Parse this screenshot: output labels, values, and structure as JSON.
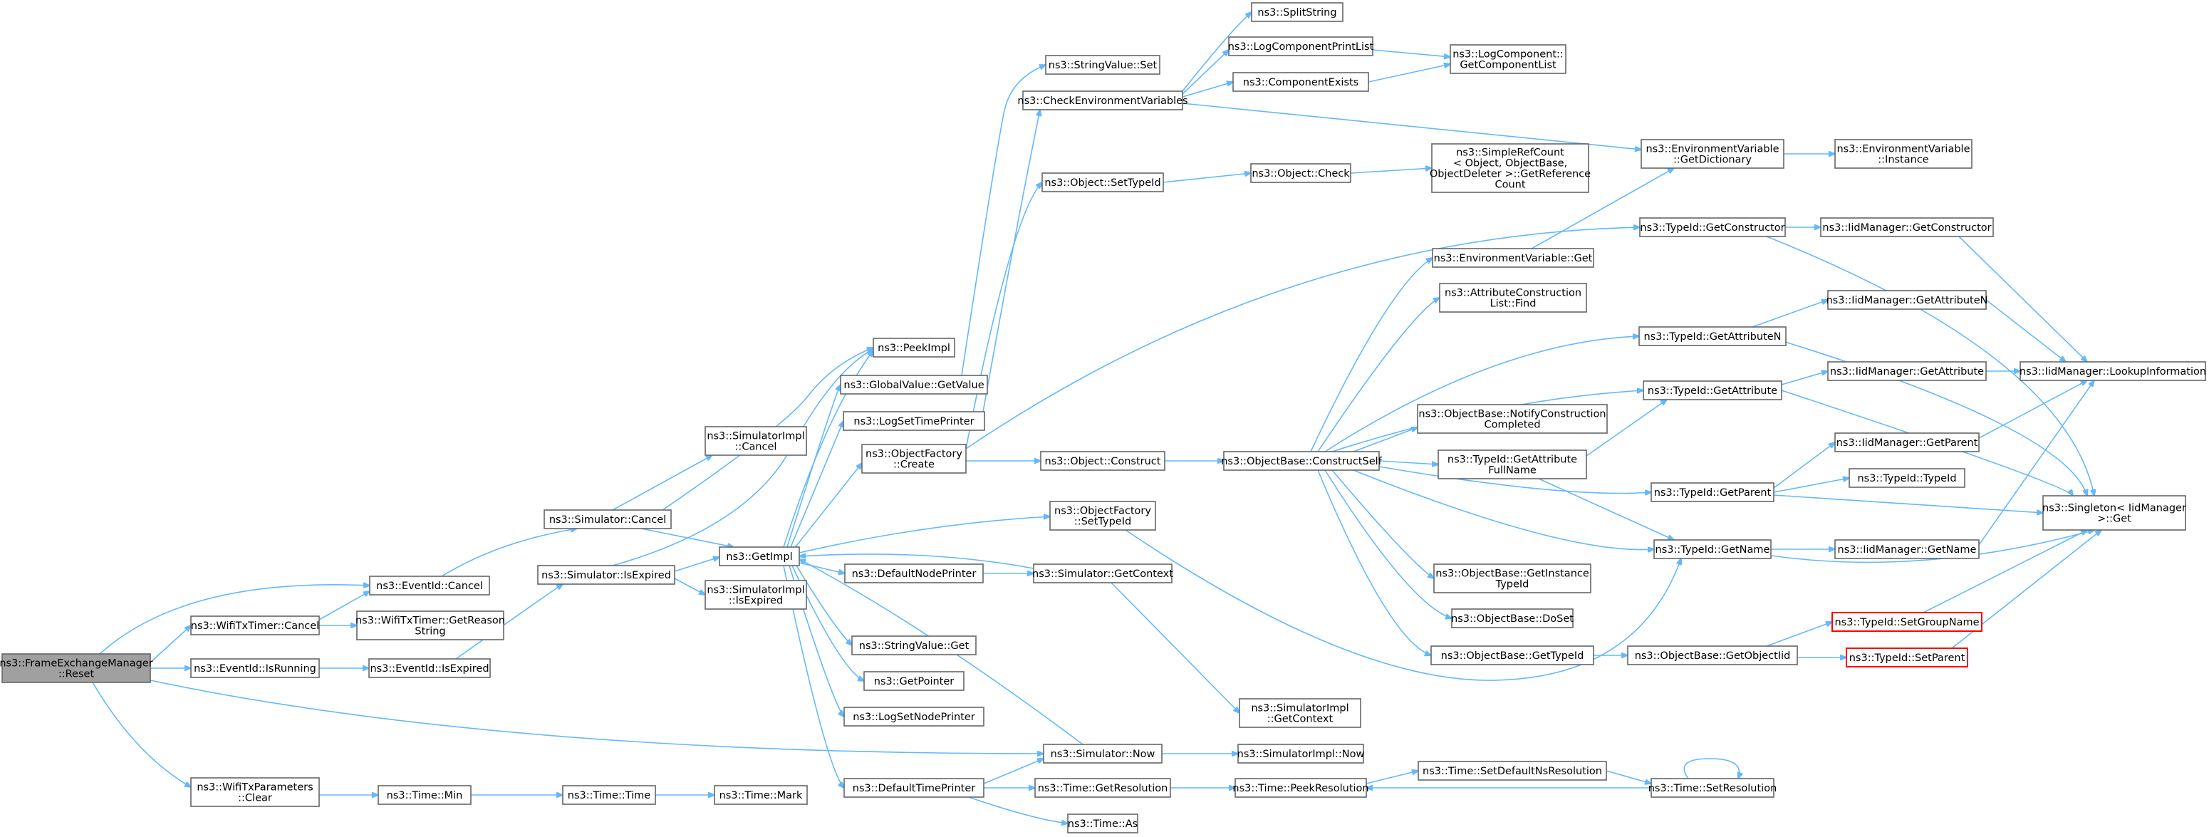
{
  "colors": {
    "edge": "#63b8ff",
    "node_border": "#666666",
    "root_fill": "#a0a0a0",
    "highlight_border": "#ff0000"
  },
  "nodes": {
    "root": [
      "ns3::FrameExchangeManager",
      "::Reset"
    ],
    "eventid_cancel": [
      "ns3::EventId::Cancel"
    ],
    "wifitxtimer_cancel": [
      "ns3::WifiTxTimer::Cancel"
    ],
    "wifitxtimer_getreason": [
      "ns3::WifiTxTimer::GetReason",
      "String"
    ],
    "eventid_isrunning": [
      "ns3::EventId::IsRunning"
    ],
    "eventid_isexpired": [
      "ns3::EventId::IsExpired"
    ],
    "wifitxparams_clear": [
      "ns3::WifiTxParameters",
      "::Clear"
    ],
    "time_min": [
      "ns3::Time::Min"
    ],
    "time_time": [
      "ns3::Time::Time"
    ],
    "time_mark": [
      "ns3::Time::Mark"
    ],
    "sim_cancel": [
      "ns3::Simulator::Cancel"
    ],
    "sim_isexpired": [
      "ns3::Simulator::IsExpired"
    ],
    "simimpl_cancel": [
      "ns3::SimulatorImpl",
      "::Cancel"
    ],
    "simimpl_isexpired": [
      "ns3::SimulatorImpl",
      "::IsExpired"
    ],
    "getimpl": [
      "ns3::GetImpl"
    ],
    "peekimpl": [
      "ns3::PeekImpl"
    ],
    "globalvalue_getvalue": [
      "ns3::GlobalValue::GetValue"
    ],
    "logsettimeprinter": [
      "ns3::LogSetTimePrinter"
    ],
    "objectfactory_create": [
      "ns3::ObjectFactory",
      "::Create"
    ],
    "defaultnodeprinter": [
      "ns3::DefaultNodePrinter"
    ],
    "stringvalue_get": [
      "ns3::StringValue::Get"
    ],
    "getpointer": [
      "ns3::GetPointer"
    ],
    "logsetnodeprinter": [
      "ns3::LogSetNodePrinter"
    ],
    "defaulttimeprinter": [
      "ns3::DefaultTimePrinter"
    ],
    "stringvalue_set": [
      "ns3::StringValue::Set"
    ],
    "checkenvvars": [
      "ns3::CheckEnvironmentVariables"
    ],
    "object_settypeid": [
      "ns3::Object::SetTypeId"
    ],
    "object_construct": [
      "ns3::Object::Construct"
    ],
    "objectfactory_settypeid": [
      "ns3::ObjectFactory",
      "::SetTypeId"
    ],
    "sim_getcontext": [
      "ns3::Simulator::GetContext"
    ],
    "sim_now": [
      "ns3::Simulator::Now"
    ],
    "time_getresolution": [
      "ns3::Time::GetResolution"
    ],
    "time_as": [
      "ns3::Time::As"
    ],
    "splitstring": [
      "ns3::SplitString"
    ],
    "logcomponentprintlist": [
      "ns3::LogComponentPrintList"
    ],
    "componentexists": [
      "ns3::ComponentExists"
    ],
    "logcomponent_getlist": [
      "ns3::LogComponent::",
      "GetComponentList"
    ],
    "object_check": [
      "ns3::Object::Check"
    ],
    "simplerefcount": [
      "ns3::SimpleRefCount",
      "< Object, ObjectBase,",
      "ObjectDeleter >::GetReference",
      "Count"
    ],
    "objectbase_constructself": [
      "ns3::ObjectBase::ConstructSelf"
    ],
    "simimpl_getcontext": [
      "ns3::SimulatorImpl",
      "::GetContext"
    ],
    "simimpl_now": [
      "ns3::SimulatorImpl::Now"
    ],
    "time_peekresolution": [
      "ns3::Time::PeekResolution"
    ],
    "envvar_getdictionary": [
      "ns3::EnvironmentVariable",
      "::GetDictionary"
    ],
    "envvar_instance": [
      "ns3::EnvironmentVariable",
      "::Instance"
    ],
    "envvar_get": [
      "ns3::EnvironmentVariable::Get"
    ],
    "attrconstructionlist_find": [
      "ns3::AttributeConstruction",
      "List::Find"
    ],
    "objectbase_notify": [
      "ns3::ObjectBase::NotifyConstruction",
      "Completed"
    ],
    "typeid_getattributefullname": [
      "ns3::TypeId::GetAttribute",
      "FullName"
    ],
    "objectbase_getinstancetypeid": [
      "ns3::ObjectBase::GetInstance",
      "TypeId"
    ],
    "objectbase_doset": [
      "ns3::ObjectBase::DoSet"
    ],
    "objectbase_gettypeid": [
      "ns3::ObjectBase::GetTypeId"
    ],
    "time_setdefaultnsresolution": [
      "ns3::Time::SetDefaultNsResolution"
    ],
    "typeid_getconstructor": [
      "ns3::TypeId::GetConstructor"
    ],
    "typeid_getattributen": [
      "ns3::TypeId::GetAttributeN"
    ],
    "typeid_getattribute": [
      "ns3::TypeId::GetAttribute"
    ],
    "typeid_getparent": [
      "ns3::TypeId::GetParent"
    ],
    "typeid_getname": [
      "ns3::TypeId::GetName"
    ],
    "objectbase_getobjectiid": [
      "ns3::ObjectBase::GetObjectIid"
    ],
    "time_setresolution": [
      "ns3::Time::SetResolution"
    ],
    "iidmanager_getconstructor": [
      "ns3::IidManager::GetConstructor"
    ],
    "iidmanager_getattributen": [
      "ns3::IidManager::GetAttributeN"
    ],
    "iidmanager_getattribute": [
      "ns3::IidManager::GetAttribute"
    ],
    "iidmanager_getparent": [
      "ns3::IidManager::GetParent"
    ],
    "typeid_typeid": [
      "ns3::TypeId::TypeId"
    ],
    "iidmanager_getname": [
      "ns3::IidManager::GetName"
    ],
    "typeid_setgroupname": [
      "ns3::TypeId::SetGroupName"
    ],
    "typeid_setparent": [
      "ns3::TypeId::SetParent"
    ],
    "iidmanager_lookupinformation": [
      "ns3::IidManager::LookupInformation"
    ],
    "singleton_get": [
      "ns3::Singleton< IidManager",
      ">::Get"
    ]
  }
}
